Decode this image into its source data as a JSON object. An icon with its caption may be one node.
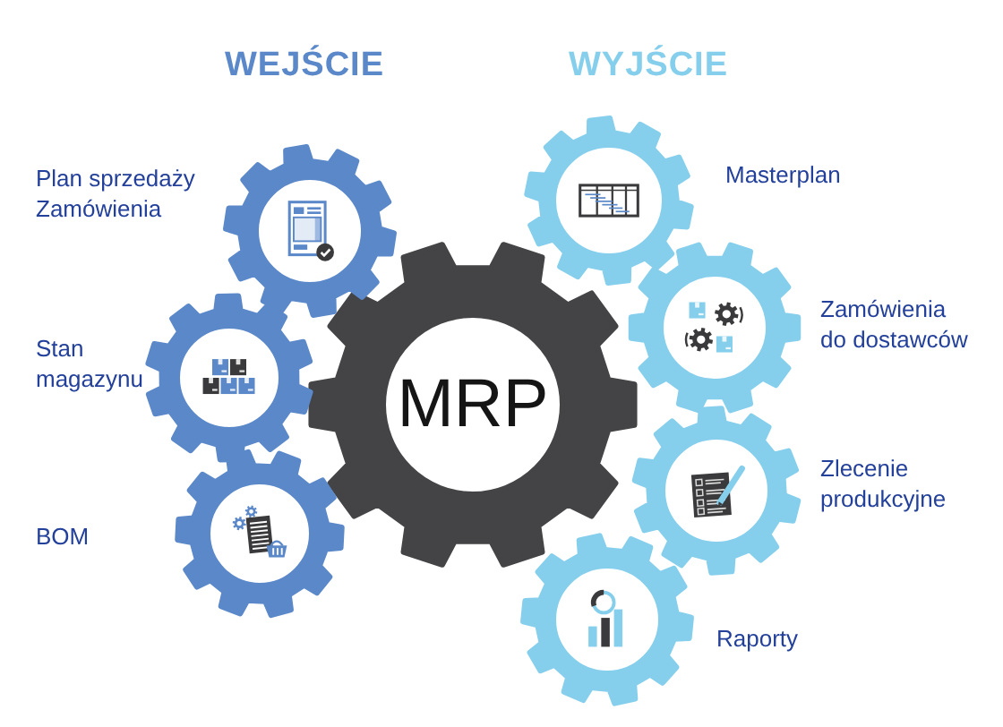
{
  "diagram": {
    "nodes": [
      {
        "text": [],
        "shape": "gear",
        "beside": [
          "Plan sprzedaży Zamówienia"
        ]
      },
      {
        "text": [],
        "shape": "gear",
        "beside": [
          "Stan magazynu"
        ]
      },
      {
        "text": [],
        "shape": "gear",
        "beside": [
          "BOM"
        ]
      },
      {
        "text": [
          "MRP"
        ]
      },
      {
        "text": [],
        "shape": "gear",
        "beside": [
          "Masterplan"
        ]
      },
      {
        "text": [],
        "shape": "gear",
        "beside": [
          "Zamówienia do dostawców"
        ]
      },
      {
        "text": [],
        "shape": "gear",
        "beside": [
          "Zlecenie produkcyjne"
        ]
      },
      {
        "text": [],
        "shape": "gear",
        "beside": [
          "Raporty"
        ]
      }
    ],
    "labels": [
      "WEJŚCIE",
      "WYJŚCIE"
    ]
  }
}
